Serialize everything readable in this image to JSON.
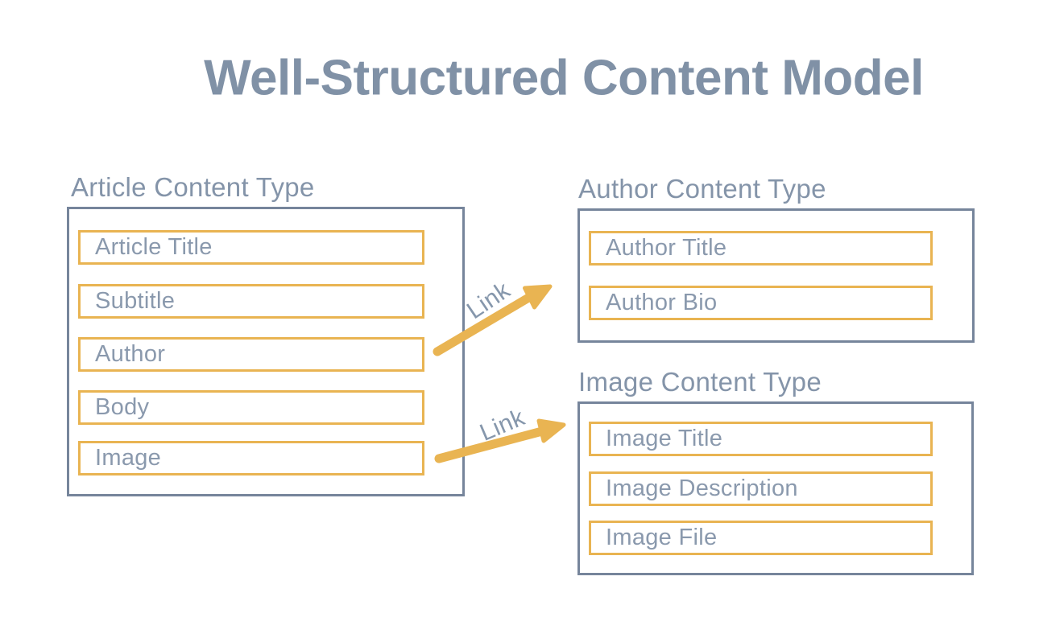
{
  "title": "Well-Structured Content Model",
  "colors": {
    "title_text": "#8091A6",
    "body_text": "#8494A9",
    "box_border": "#76859B",
    "field_border": "#E9B452",
    "arrow": "#E9B452",
    "background": "#FFFFFF"
  },
  "boxes": {
    "article": {
      "header": "Article Content Type",
      "fields": [
        "Article Title",
        "Subtitle",
        "Author",
        "Body",
        "Image"
      ]
    },
    "author": {
      "header": "Author Content Type",
      "fields": [
        "Author Title",
        "Author Bio"
      ]
    },
    "image": {
      "header": "Image Content Type",
      "fields": [
        "Image Title",
        "Image Description",
        "Image File"
      ]
    }
  },
  "links": [
    {
      "label": "Link",
      "from": "Author field",
      "to": "Author Content Type"
    },
    {
      "label": "Link",
      "from": "Image field",
      "to": "Image Content Type"
    }
  ]
}
